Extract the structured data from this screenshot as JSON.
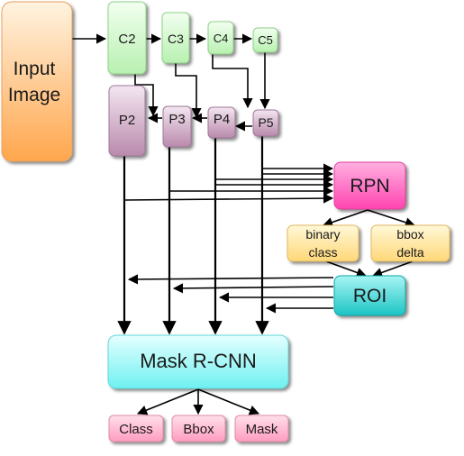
{
  "nodes": {
    "input": [
      "Input",
      "Image"
    ],
    "c2": "C2",
    "c3": "C3",
    "c4": "C4",
    "c5": "C5",
    "p2": "P2",
    "p3": "P3",
    "p4": "P4",
    "p5": "P5",
    "rpn": "RPN",
    "binary": [
      "binary",
      "class"
    ],
    "bbox_delta": [
      "bbox",
      "delta"
    ],
    "roi": "ROI",
    "mask_rcnn": "Mask R-CNN",
    "out_class": "Class",
    "out_bbox": "Bbox",
    "out_mask": "Mask"
  },
  "colors": {
    "input": [
      "#fff3e0",
      "#ffa64d"
    ],
    "c_level": [
      "#f2fff0",
      "#b8f0b0"
    ],
    "p_level": [
      "#f3e6f0",
      "#b98aac"
    ],
    "rpn": [
      "#ffb0e0",
      "#ff44b0"
    ],
    "bbox_pred": [
      "#fff8d8",
      "#ffd778"
    ],
    "roi": [
      "#a8f4f4",
      "#1cc4c4"
    ],
    "mask_rcnn": [
      "#e6ffff",
      "#6ef0f0"
    ],
    "outputs": [
      "#ffe0ea",
      "#ff9cc0"
    ],
    "arrow": "#000000"
  }
}
